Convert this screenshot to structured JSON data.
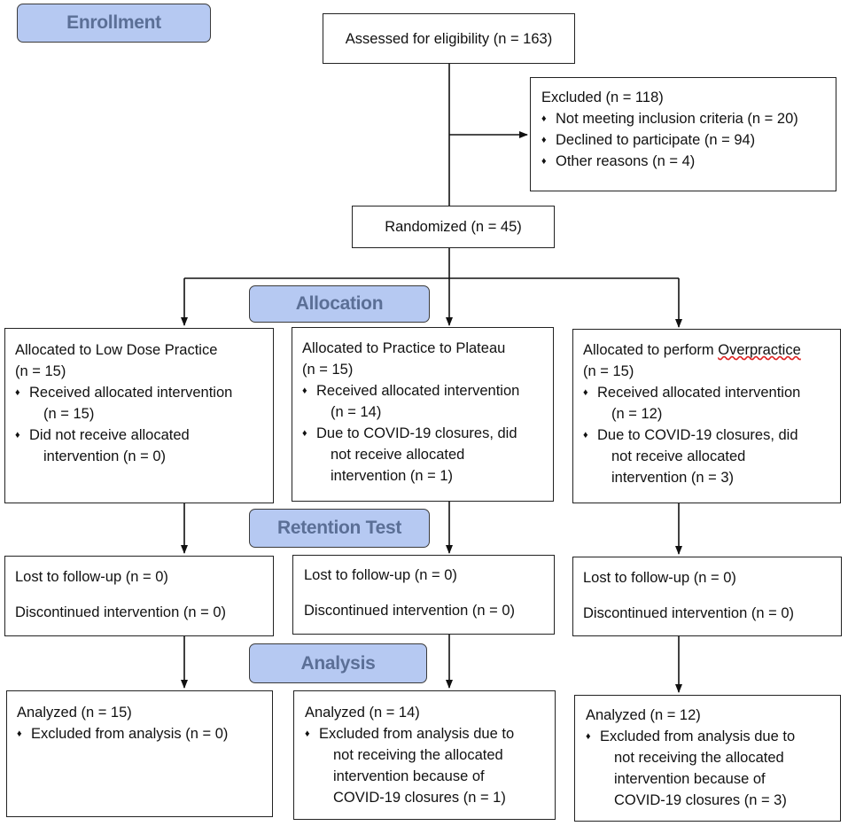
{
  "stages": {
    "enrollment": "Enrollment",
    "allocation": "Allocation",
    "retention": "Retention Test",
    "analysis": "Analysis"
  },
  "assessed": "Assessed for eligibility (n = 163)",
  "excluded": {
    "title": "Excluded (n = 118)",
    "items": [
      "Not meeting inclusion criteria (n = 20)",
      "Declined to participate (n = 94)",
      "Other reasons (n = 4)"
    ]
  },
  "randomized": "Randomized (n = 45)",
  "arms": [
    {
      "allocation": {
        "title": "Allocated to Low Dose Practice",
        "n": "(n = 15)",
        "received": "Received allocated intervention",
        "received_n": "(n = 15)",
        "not_received_1": "Did not receive allocated",
        "not_received_2": "intervention (n = 0)"
      },
      "followup": {
        "lost": "Lost to follow-up (n = 0)",
        "discontinued": "Discontinued intervention (n = 0)"
      },
      "analysis": {
        "analyzed": "Analyzed (n = 15)",
        "excluded": "Excluded from analysis (n = 0)"
      }
    },
    {
      "allocation": {
        "title": "Allocated to Practice to Plateau",
        "n": "(n = 15)",
        "received": "Received allocated intervention",
        "received_n": "(n = 14)",
        "not_received_1": "Due to COVID-19 closures, did",
        "not_received_2": "not receive allocated",
        "not_received_3": "intervention (n = 1)"
      },
      "followup": {
        "lost": "Lost to follow-up (n = 0)",
        "discontinued": "Discontinued intervention (n = 0)"
      },
      "analysis": {
        "analyzed": "Analyzed (n = 14)",
        "excluded_1": "Excluded from analysis due to",
        "excluded_2": "not receiving the allocated",
        "excluded_3": "intervention because of",
        "excluded_4": "COVID-19 closures (n = 1)"
      }
    },
    {
      "allocation": {
        "title_prefix": "Allocated to perform ",
        "title_word": "Overpractice",
        "n": "(n = 15)",
        "received": "Received allocated intervention",
        "received_n": "(n = 12)",
        "not_received_1": "Due to COVID-19 closures, did",
        "not_received_2": "not receive allocated",
        "not_received_3": "intervention (n = 3)"
      },
      "followup": {
        "lost": "Lost to follow-up (n = 0)",
        "discontinued": "Discontinued intervention (n = 0)"
      },
      "analysis": {
        "analyzed": "Analyzed (n = 12)",
        "excluded_1": "Excluded from analysis due to",
        "excluded_2": "not receiving the allocated",
        "excluded_3": "intervention because of",
        "excluded_4": "COVID-19 closures (n = 3)"
      }
    }
  ]
}
